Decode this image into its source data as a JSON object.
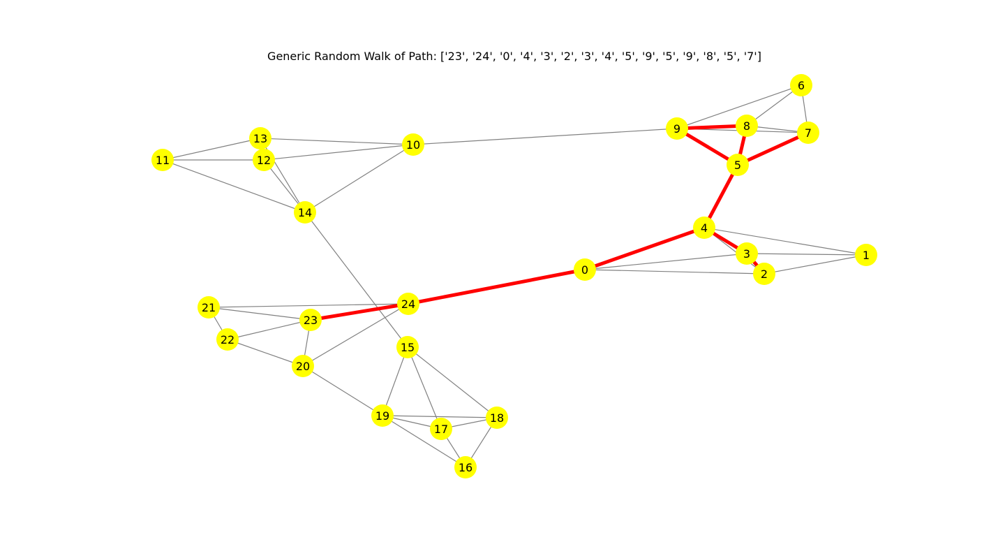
{
  "title": "Generic Random Walk of Path: ['23', '24', '0', '4', '3', '2', '3', '4', '5', '9', '5', '9', '8', '5', '7']",
  "colors": {
    "node_fill": "#ffff00",
    "edge": "#808080",
    "path_edge": "#ff0000",
    "background": "#ffffff"
  },
  "nodes": [
    "0",
    "1",
    "2",
    "3",
    "4",
    "5",
    "6",
    "7",
    "8",
    "9",
    "10",
    "11",
    "12",
    "13",
    "14",
    "15",
    "16",
    "17",
    "18",
    "19",
    "20",
    "21",
    "22",
    "23",
    "24"
  ],
  "edges": [
    [
      "0",
      "4"
    ],
    [
      "0",
      "3"
    ],
    [
      "0",
      "2"
    ],
    [
      "0",
      "24"
    ],
    [
      "1",
      "4"
    ],
    [
      "1",
      "3"
    ],
    [
      "1",
      "2"
    ],
    [
      "2",
      "3"
    ],
    [
      "2",
      "4"
    ],
    [
      "3",
      "4"
    ],
    [
      "4",
      "5"
    ],
    [
      "5",
      "9"
    ],
    [
      "5",
      "8"
    ],
    [
      "5",
      "7"
    ],
    [
      "6",
      "9"
    ],
    [
      "6",
      "8"
    ],
    [
      "6",
      "7"
    ],
    [
      "7",
      "8"
    ],
    [
      "7",
      "9"
    ],
    [
      "8",
      "9"
    ],
    [
      "9",
      "10"
    ],
    [
      "10",
      "12"
    ],
    [
      "10",
      "13"
    ],
    [
      "10",
      "14"
    ],
    [
      "11",
      "12"
    ],
    [
      "11",
      "13"
    ],
    [
      "11",
      "14"
    ],
    [
      "12",
      "14"
    ],
    [
      "13",
      "14"
    ],
    [
      "14",
      "15"
    ],
    [
      "15",
      "19"
    ],
    [
      "15",
      "17"
    ],
    [
      "15",
      "18"
    ],
    [
      "16",
      "19"
    ],
    [
      "16",
      "17"
    ],
    [
      "16",
      "18"
    ],
    [
      "17",
      "19"
    ],
    [
      "17",
      "18"
    ],
    [
      "18",
      "19"
    ],
    [
      "19",
      "20"
    ],
    [
      "20",
      "23"
    ],
    [
      "20",
      "22"
    ],
    [
      "20",
      "24"
    ],
    [
      "21",
      "22"
    ],
    [
      "21",
      "23"
    ],
    [
      "21",
      "24"
    ],
    [
      "22",
      "23"
    ],
    [
      "23",
      "24"
    ]
  ],
  "path": [
    "23",
    "24",
    "0",
    "4",
    "3",
    "2",
    "3",
    "4",
    "5",
    "9",
    "5",
    "9",
    "8",
    "5",
    "7"
  ]
}
